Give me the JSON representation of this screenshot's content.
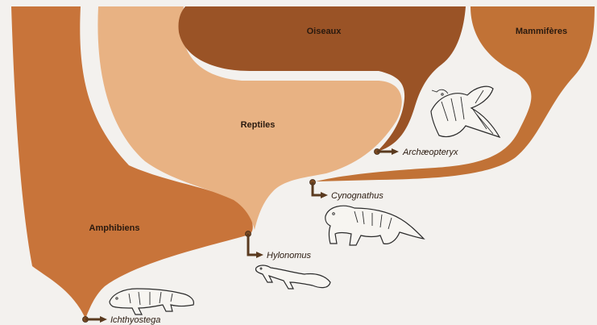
{
  "diagram": {
    "groups": [
      {
        "id": "amphibiens",
        "label": "Amphibiens",
        "color": "#c8743a"
      },
      {
        "id": "reptiles",
        "label": "Reptiles",
        "color": "#e8b283"
      },
      {
        "id": "oiseaux",
        "label": "Oiseaux",
        "color": "#9a5326"
      },
      {
        "id": "mammiferes",
        "label": "Mammifères",
        "color": "#c17236"
      }
    ],
    "species": [
      {
        "id": "ichthyostega",
        "label": "Ichthyostega"
      },
      {
        "id": "hylonomus",
        "label": "Hylonomus"
      },
      {
        "id": "cynognathus",
        "label": "Cynognathus"
      },
      {
        "id": "archaeopteryx",
        "label": "Archæopteryx"
      }
    ],
    "background_color": "#f3f1ee"
  }
}
